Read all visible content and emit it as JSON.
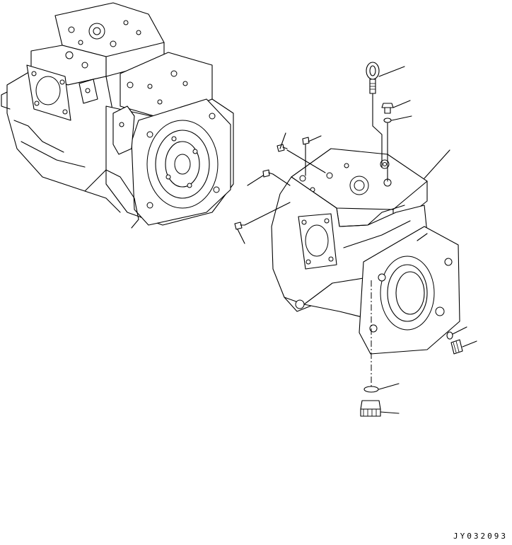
{
  "drawing": {
    "code": "JY032093"
  },
  "parts": [
    {
      "name": "eye-bolt"
    },
    {
      "name": "plug-bolt-upper"
    },
    {
      "name": "o-ring-upper"
    },
    {
      "name": "pump-case"
    },
    {
      "name": "screw-a"
    },
    {
      "name": "screw-b"
    },
    {
      "name": "screw-c"
    },
    {
      "name": "screw-d"
    },
    {
      "name": "o-ring-side"
    },
    {
      "name": "plug-side"
    },
    {
      "name": "o-ring-bottom"
    },
    {
      "name": "plug-bottom"
    }
  ]
}
